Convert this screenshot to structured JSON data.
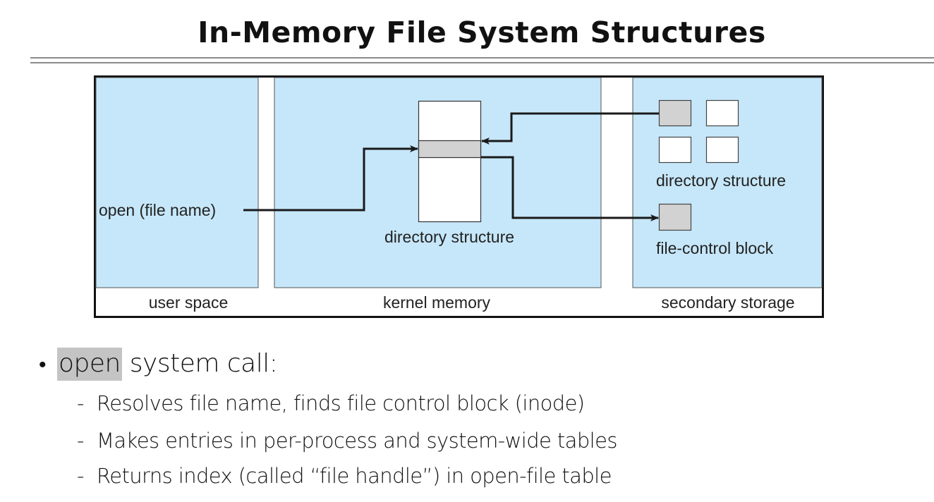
{
  "slide": {
    "title": "In-Memory File System Structures"
  },
  "diagram": {
    "panels": [
      {
        "id": "user-space",
        "label": "user space"
      },
      {
        "id": "kernel-memory",
        "label": "kernel memory"
      },
      {
        "id": "secondary-storage",
        "label": "secondary storage"
      }
    ],
    "user_space_call": "open (file name)",
    "kernel_structure_label": "directory structure",
    "storage_directory_label": "directory structure",
    "storage_fcb_label": "file-control block",
    "colors": {
      "panel_fill": "#c6e7f9",
      "highlight_fill": "#d2d2d2",
      "frame": "#111111",
      "arrow": "#1a1a1a"
    }
  },
  "bullets": {
    "main": {
      "bullet": "•",
      "highlighted_word": "open",
      "rest": " system call:"
    },
    "sub": [
      {
        "dash": "-",
        "text": "Resolves file name, finds file control block (inode)"
      },
      {
        "dash": "-",
        "text": "Makes entries in per-process and system-wide tables"
      },
      {
        "dash": "-",
        "text": "Returns index (called “file handle”) in open-file table"
      }
    ]
  }
}
